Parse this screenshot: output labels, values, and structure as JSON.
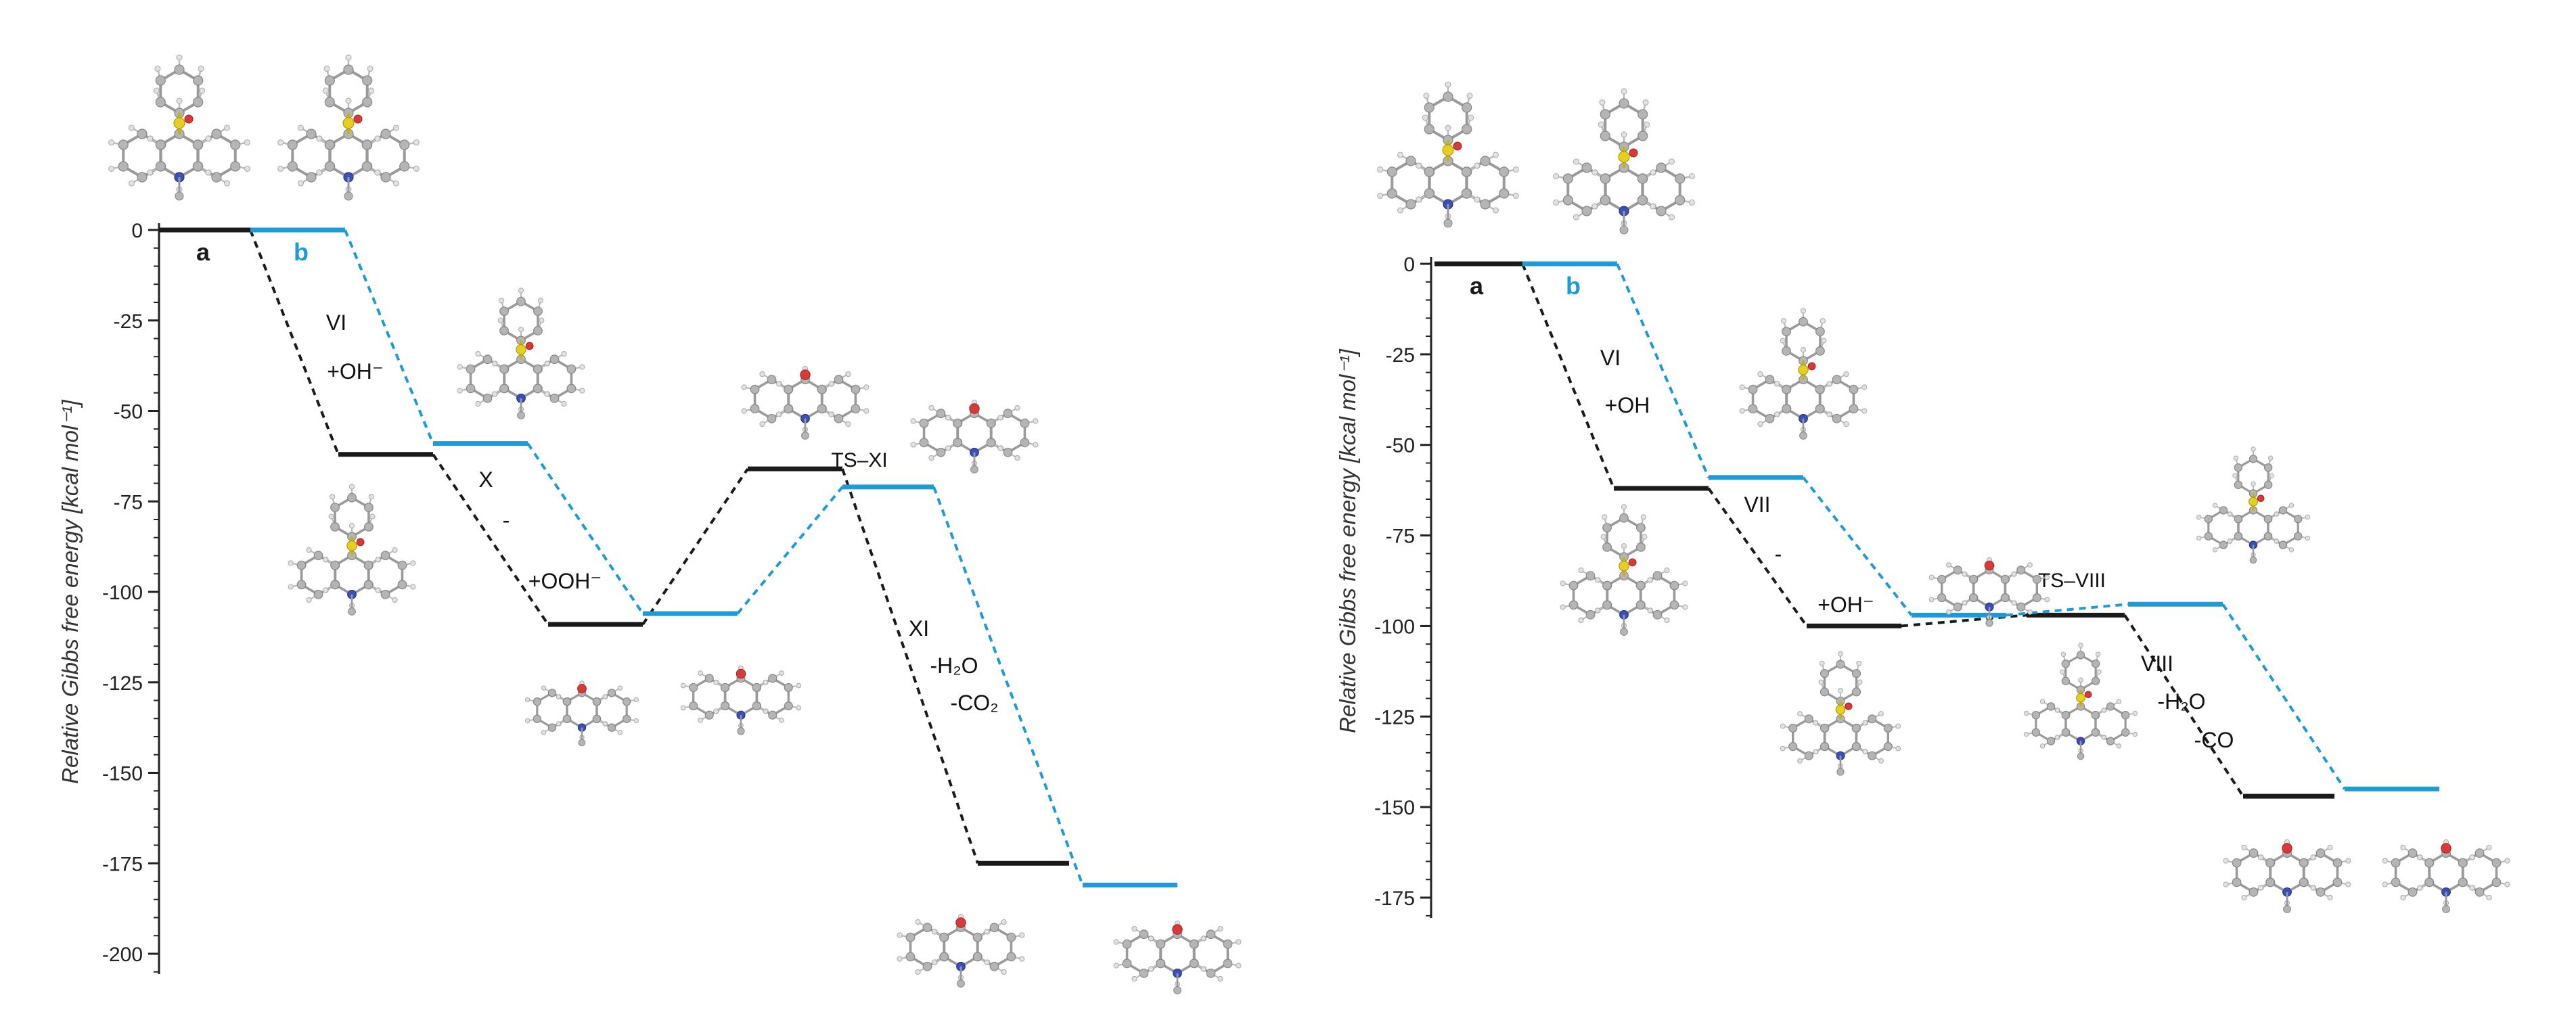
{
  "colors": {
    "a": "#1a1a1a",
    "b": "#1e9ad6"
  },
  "chart_data": [
    {
      "type": "energy_profile",
      "ylabel": "Relative Gibbs free energy [kcal mol⁻¹]",
      "ylim": [
        -200,
        0
      ],
      "yticks": [
        "0",
        "-25",
        "-50",
        "-75",
        "-100",
        "-125",
        "-150",
        "-175",
        "-200"
      ],
      "series": [
        {
          "name": "a",
          "values": [
            0,
            -62,
            -109,
            -66,
            -175
          ]
        },
        {
          "name": "b",
          "values": [
            0,
            -59,
            -106,
            -71,
            -181
          ]
        }
      ],
      "annotations": [
        "VI",
        "+OH⁻",
        "X",
        "-",
        "+OOH⁻",
        "TS–XI",
        "XI",
        "-H₂O",
        "-CO₂"
      ]
    },
    {
      "type": "energy_profile",
      "ylabel": "Relative Gibbs free energy [kcal mol⁻¹]",
      "ylim": [
        -175,
        0
      ],
      "yticks": [
        "0",
        "-25",
        "-50",
        "-75",
        "-100",
        "-125",
        "-150",
        "-175"
      ],
      "series": [
        {
          "name": "a",
          "values": [
            0,
            -62,
            -100,
            -97,
            -147
          ]
        },
        {
          "name": "b",
          "values": [
            0,
            -59,
            -97,
            -94,
            -145
          ]
        }
      ],
      "annotations": [
        "VI",
        "+OH",
        "VII",
        "-",
        "+OH⁻",
        "TS–VIII",
        "VIII",
        "-H₂O",
        "-CO"
      ]
    }
  ]
}
